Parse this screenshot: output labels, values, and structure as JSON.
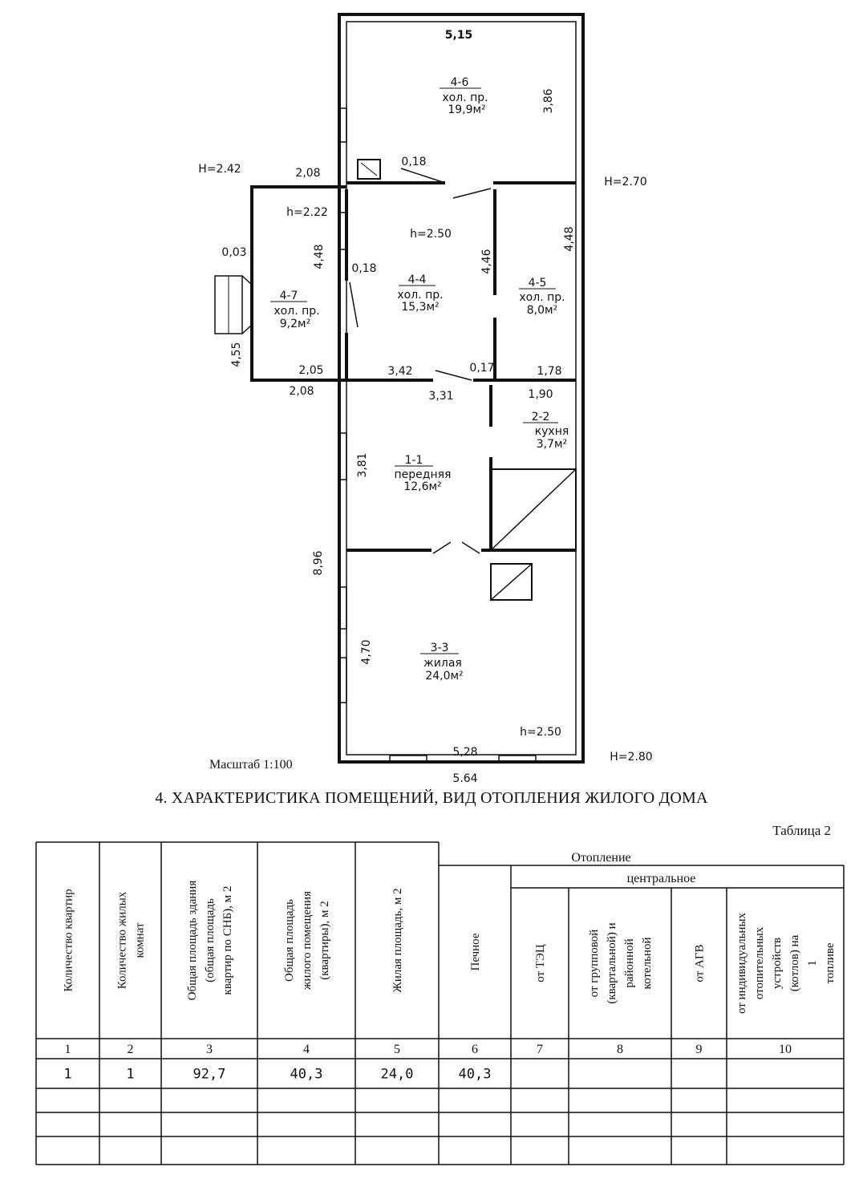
{
  "plan": {
    "rooms": [
      {
        "id": "4-6",
        "type": "хол. пр.",
        "area": "19,9м²"
      },
      {
        "id": "4-4",
        "type": "хол. пр.",
        "area": "15,3м²"
      },
      {
        "id": "4-5",
        "type": "хол. пр.",
        "area": "8,0м²"
      },
      {
        "id": "4-7",
        "type": "хол. пр.",
        "area": "9,2м²"
      },
      {
        "id": "1-1",
        "type": "передняя",
        "area": "12,6м²"
      },
      {
        "id": "2-2",
        "type": "кухня",
        "area": "3,7м²"
      },
      {
        "id": "3-3",
        "type": "жилая",
        "area": "24,0м²"
      }
    ],
    "dims": {
      "top_width": "5,15",
      "r46_height": "3,86",
      "d018_top": "0,18",
      "ext_top": "2,08",
      "h222": "h=2.22",
      "h250_mid": "h=2.50",
      "r44_height": "4,48",
      "r45_height": "4,46",
      "r45_right": "4,48",
      "d018_mid": "0,18",
      "d003": "0,03",
      "ext_side": "4,55",
      "ext_bottom_in": "2,05",
      "ext_bottom_out": "2,08",
      "w342": "3,42",
      "w017": "0,17",
      "w178": "1,78",
      "w331": "3,31",
      "w190": "1,90",
      "r11_height": "3,81",
      "total_height": "8,96",
      "r33_height": "4,70",
      "h250_bottom": "h=2.50",
      "bottom_inner": "5,28",
      "bottom_outer": "5,64"
    },
    "marks": {
      "H_left": "H=2.42",
      "H_right_top": "H=2.70",
      "H_right_bottom": "H=2.80"
    },
    "scale": "Масштаб 1:100"
  },
  "heading": "4. ХАРАКТЕРИСТИКА ПОМЕЩЕНИЙ, ВИД ОТОПЛЕНИЯ ЖИЛОГО ДОМА",
  "table": {
    "caption": "Таблица 2",
    "group_heating": "Отопление",
    "group_central": "центральное",
    "col_headers": [
      [
        "Количество квартир"
      ],
      [
        "Количество жилых",
        "комнат"
      ],
      [
        "Общая площадь здания",
        "(общая площадь",
        "квартир по СНБ), м 2"
      ],
      [
        "Общая площадь",
        "жилого помещения",
        "(квартиры), м 2"
      ],
      [
        "Жилая площадь, м 2"
      ],
      [
        "Печное"
      ],
      [
        "от ТЭЦ"
      ],
      [
        "от групповой",
        "(квартальной) и",
        "районной",
        "котельной"
      ],
      [
        "от АГВ"
      ],
      [
        "от индивидуальных",
        "отопительных",
        "устройств",
        "(котлов) на",
        "1",
        "топливе"
      ]
    ],
    "col_numbers": [
      "1",
      "2",
      "3",
      "4",
      "5",
      "6",
      "7",
      "8",
      "9",
      "10"
    ],
    "rows": [
      [
        "1",
        "1",
        "92,7",
        "40,3",
        "24,0",
        "40,3",
        "",
        "",
        "",
        ""
      ],
      [
        "",
        "",
        "",
        "",
        "",
        "",
        "",
        "",
        "",
        ""
      ],
      [
        "",
        "",
        "",
        "",
        "",
        "",
        "",
        "",
        "",
        ""
      ],
      [
        "",
        "",
        "",
        "",
        "",
        "",
        "",
        "",
        "",
        ""
      ]
    ]
  }
}
